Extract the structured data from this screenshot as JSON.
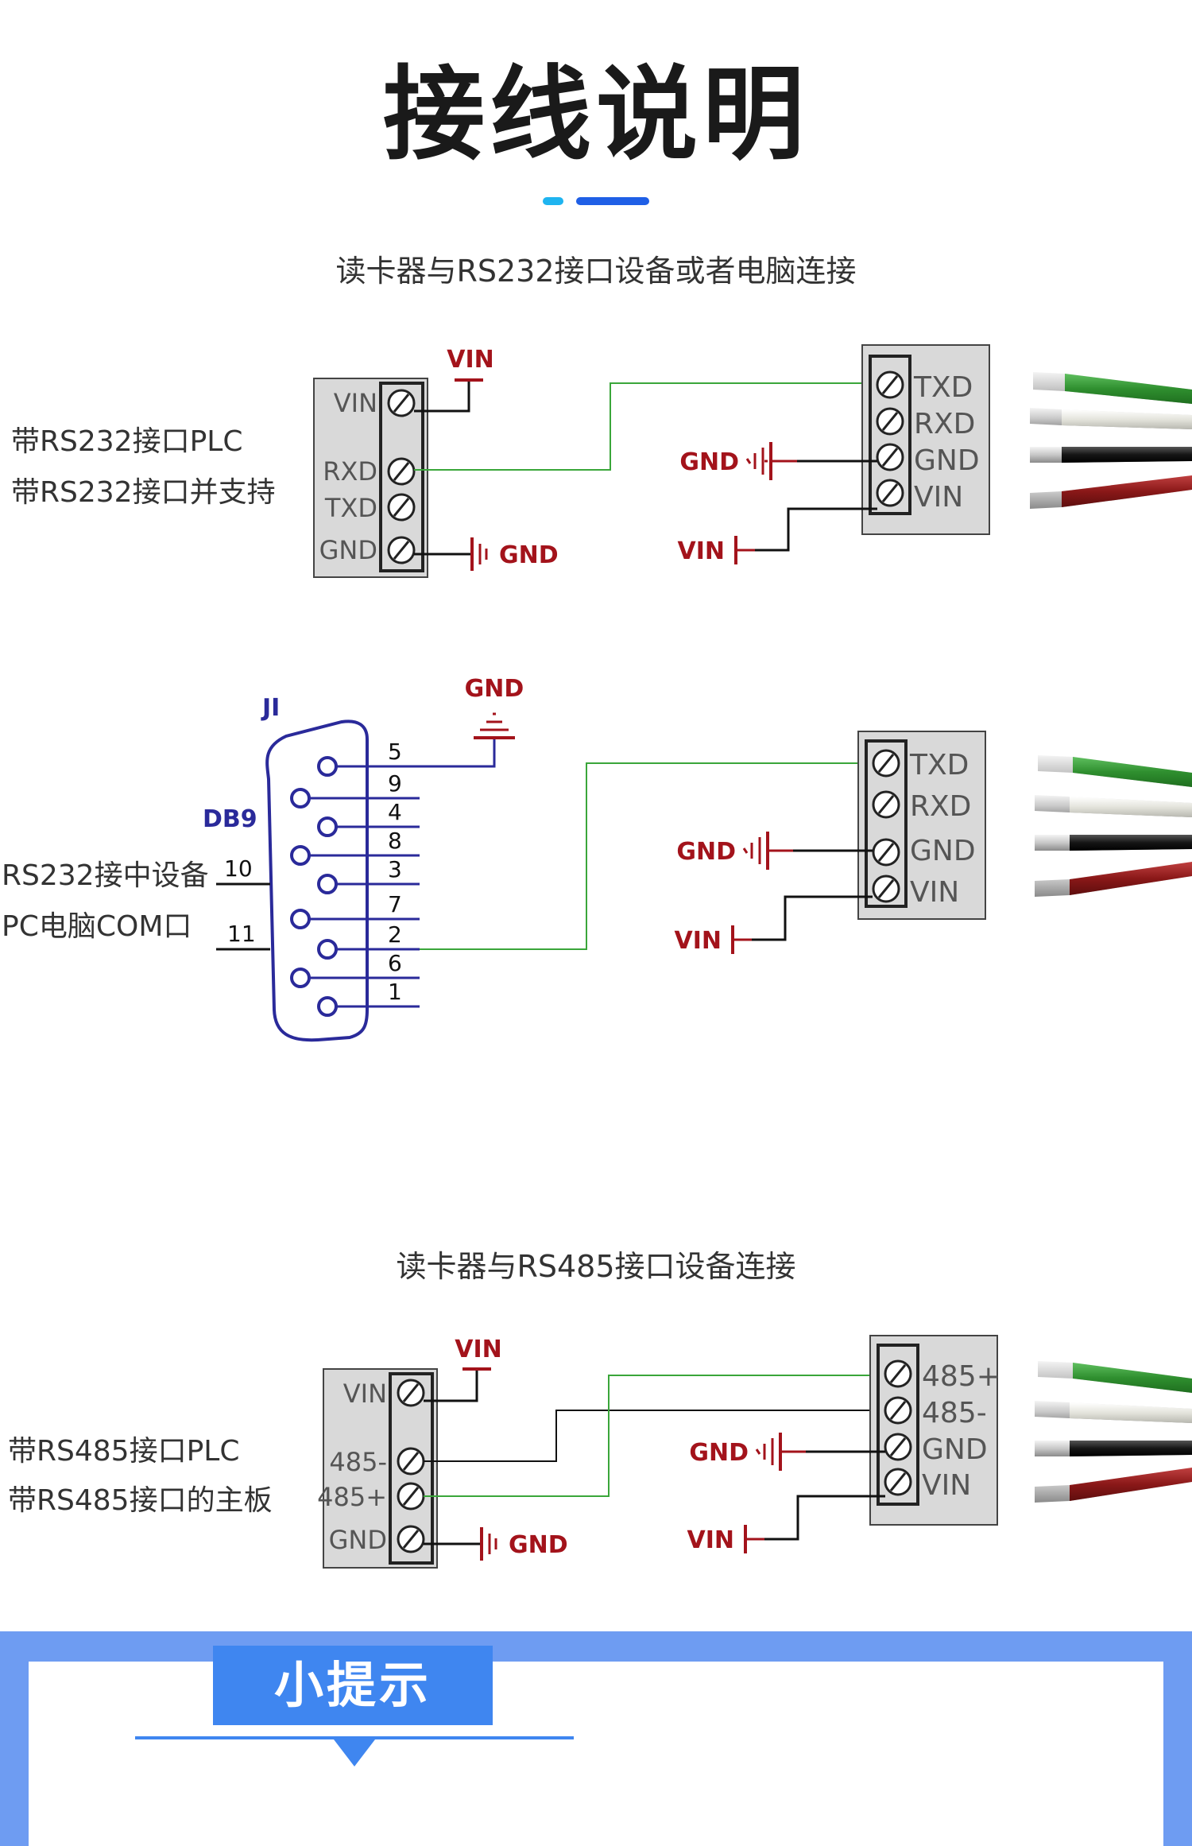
{
  "header": {
    "title": "接线说明"
  },
  "colors": {
    "accent_light": "#1fb4f0",
    "accent_dark": "#1f5fe6",
    "wire_green": "#3aa63a",
    "label_red": "#a3131b",
    "db9_blue": "#2a2a9a",
    "tip_blue": "#3f86f0"
  },
  "section_rs232": {
    "subtitle": "读卡器与RS232接口设备或者电脑连接",
    "plc": {
      "label_line1": "带RS232接口PLC",
      "label_line2": "带RS232接口并支持",
      "pins": [
        "VIN",
        "RXD",
        "TXD",
        "GND"
      ],
      "vin_label": "VIN",
      "gnd_label": "GND"
    },
    "reader": {
      "pins": [
        "TXD",
        "RXD",
        "GND",
        "VIN"
      ],
      "gnd_label": "GND",
      "vin_label": "VIN"
    },
    "pc": {
      "label_line1": "RS232接中设备",
      "label_line2": "PC电脑COM口",
      "connector_ref": "JI",
      "connector_type": "DB9",
      "pin_numbers": [
        "5",
        "9",
        "4",
        "8",
        "3",
        "7",
        "2",
        "6",
        "1"
      ],
      "side_pins": [
        "10",
        "11"
      ],
      "gnd_label": "GND"
    },
    "reader2": {
      "pins": [
        "TXD",
        "RXD",
        "GND",
        "VIN"
      ],
      "gnd_label": "GND",
      "vin_label": "VIN"
    }
  },
  "section_rs485": {
    "subtitle": "读卡器与RS485接口设备连接",
    "plc": {
      "label_line1": "带RS485接口PLC",
      "label_line2": "带RS485接口的主板",
      "pins": [
        "VIN",
        "485-",
        "485+",
        "GND"
      ],
      "vin_label": "VIN",
      "gnd_label": "GND"
    },
    "reader": {
      "pins": [
        "485+",
        "485-",
        "GND",
        "VIN"
      ],
      "gnd_label": "GND",
      "vin_label": "VIN"
    }
  },
  "tips": {
    "title": "小提示"
  }
}
